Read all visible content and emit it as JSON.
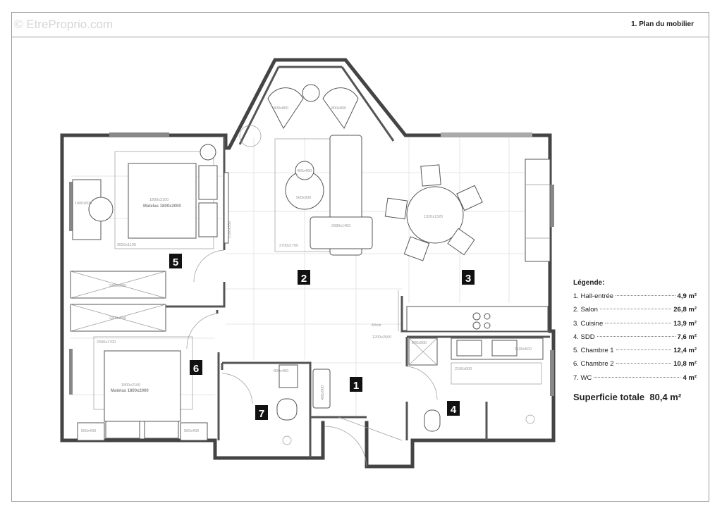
{
  "header": {
    "watermark": "© EtreProprio.com",
    "title": "1. Plan du mobilier"
  },
  "legend": {
    "heading": "Légende:",
    "items": [
      {
        "label": "1. Hall-entrée",
        "value": "4,9 m²"
      },
      {
        "label": "2. Salon",
        "value": "26,8 m²"
      },
      {
        "label": "3. Cuisine",
        "value": "13,9 m²"
      },
      {
        "label": "4. SDD",
        "value": "7,6 m²"
      },
      {
        "label": "5. Chambre 1",
        "value": "12,4 m²"
      },
      {
        "label": "6. Chambre 2",
        "value": "10,8 m²"
      },
      {
        "label": "7. WC",
        "value": "4 m²"
      }
    ],
    "total_label": "Superficie totale",
    "total_value": "80,4 m²"
  },
  "plan": {
    "room_numbers": [
      "1",
      "2",
      "3",
      "4",
      "5",
      "6",
      "7"
    ],
    "dimensions": [
      "1800x2100",
      "Matelas 1800x2000",
      "2050x1100",
      "1400x600",
      "2100x350",
      "800x800",
      "800x800",
      "460x460",
      "900x900",
      "2980x1450",
      "2700x1700",
      "1320x1320",
      "2400x600",
      "2300x600",
      "2300x1700",
      "1800x2100",
      "Matelas 1800x2000",
      "500x400",
      "500x400",
      "Miroir",
      "1200x2600",
      "400x900",
      "800x450",
      "900x900",
      "1100x500",
      "2100x500"
    ],
    "colors": {
      "walls": "#444444",
      "badge": "#111111",
      "furniture": "#555555"
    }
  }
}
